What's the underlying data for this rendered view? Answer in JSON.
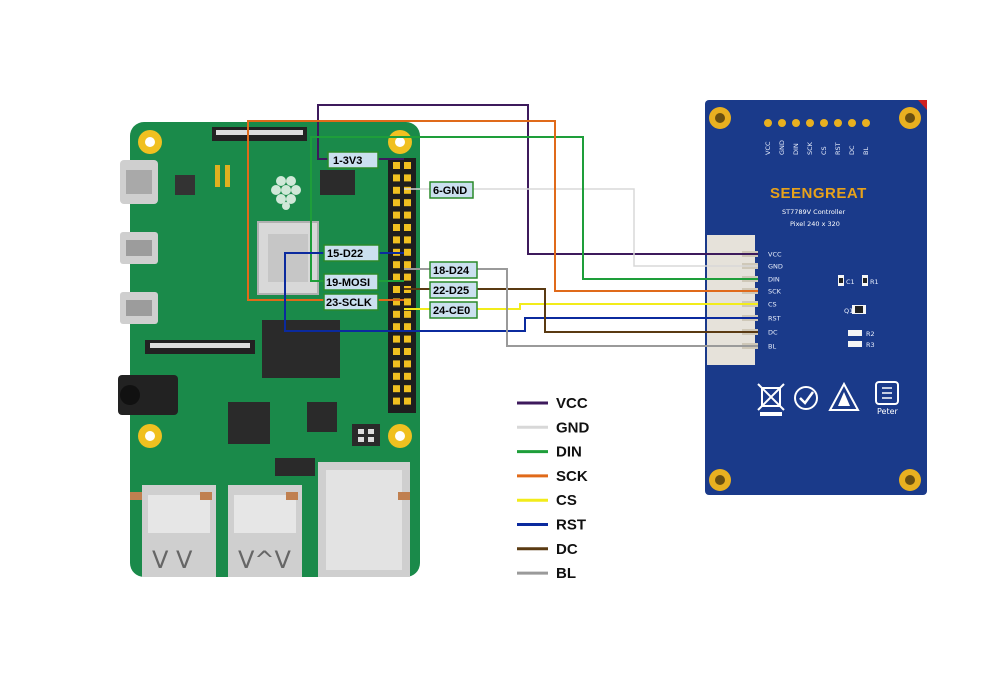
{
  "pi_pin_labels": {
    "p1": "1-3V3",
    "p6": "6-GND",
    "p15": "15-D22",
    "p18": "18-D24",
    "p19": "19-MOSI",
    "p22": "22-D25",
    "p23": "23-SCLK",
    "p24": "24-CE0"
  },
  "display": {
    "brand": "SEENGREAT",
    "controller": "ST7789V Controller",
    "pixel": "Pixel 240 x 320",
    "pins": [
      "VCC",
      "GND",
      "DIN",
      "SCK",
      "CS",
      "RST",
      "DC",
      "BL"
    ],
    "component_labels": [
      "C1",
      "R1",
      "Q1",
      "R2",
      "R3"
    ],
    "badge_text": "Peter"
  },
  "legend": [
    {
      "label": "VCC",
      "color": "#3d1a5c"
    },
    {
      "label": "GND",
      "color": "#d8d8d8"
    },
    {
      "label": "DIN",
      "color": "#1e9e3a"
    },
    {
      "label": "SCK",
      "color": "#e06a1a"
    },
    {
      "label": "CS",
      "color": "#f2ec1a"
    },
    {
      "label": "RST",
      "color": "#0b2a9e"
    },
    {
      "label": "DC",
      "color": "#5a3a12"
    },
    {
      "label": "BL",
      "color": "#9a9a9a"
    }
  ]
}
